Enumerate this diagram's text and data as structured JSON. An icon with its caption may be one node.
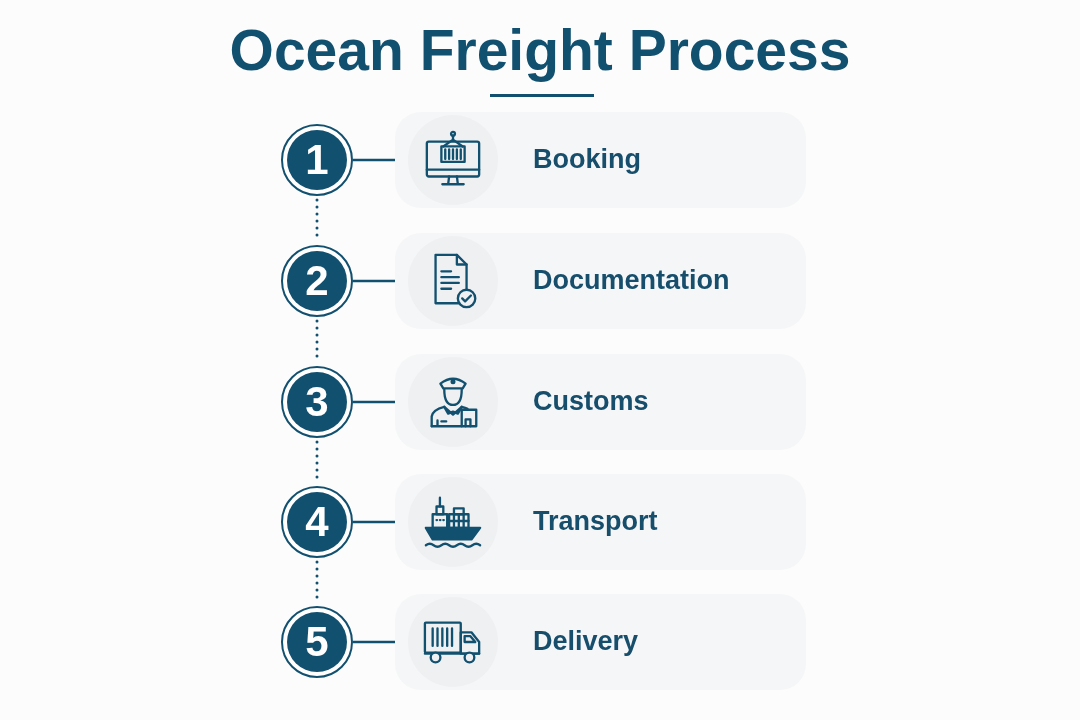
{
  "diagram": {
    "title": "Ocean Freight Process",
    "nodes": [
      {
        "text": [
          "1"
        ]
      },
      {
        "text": [
          "Booking"
        ]
      },
      {
        "text": [
          "2"
        ]
      },
      {
        "text": [
          "Documentation"
        ]
      },
      {
        "text": [
          "3"
        ]
      },
      {
        "text": [
          "Customs"
        ]
      },
      {
        "text": [
          "4"
        ]
      },
      {
        "text": [
          "Transport"
        ]
      },
      {
        "text": [
          "5"
        ]
      },
      {
        "text": [
          "Delivery"
        ]
      }
    ],
    "edges": [
      {
        "from": 0,
        "to": 1,
        "arrow": "none"
      },
      {
        "from": 2,
        "to": 3,
        "arrow": "none"
      },
      {
        "from": 4,
        "to": 5,
        "arrow": "none"
      },
      {
        "from": 6,
        "to": 7,
        "arrow": "none"
      },
      {
        "from": 8,
        "to": 9,
        "arrow": "none"
      },
      {
        "from": 0,
        "to": 2,
        "arrow": "none",
        "style": "dashed"
      },
      {
        "from": 2,
        "to": 4,
        "arrow": "none",
        "style": "dashed"
      },
      {
        "from": 4,
        "to": 6,
        "arrow": "none",
        "style": "dashed"
      },
      {
        "from": 6,
        "to": 8,
        "arrow": "none",
        "style": "dashed"
      }
    ]
  }
}
